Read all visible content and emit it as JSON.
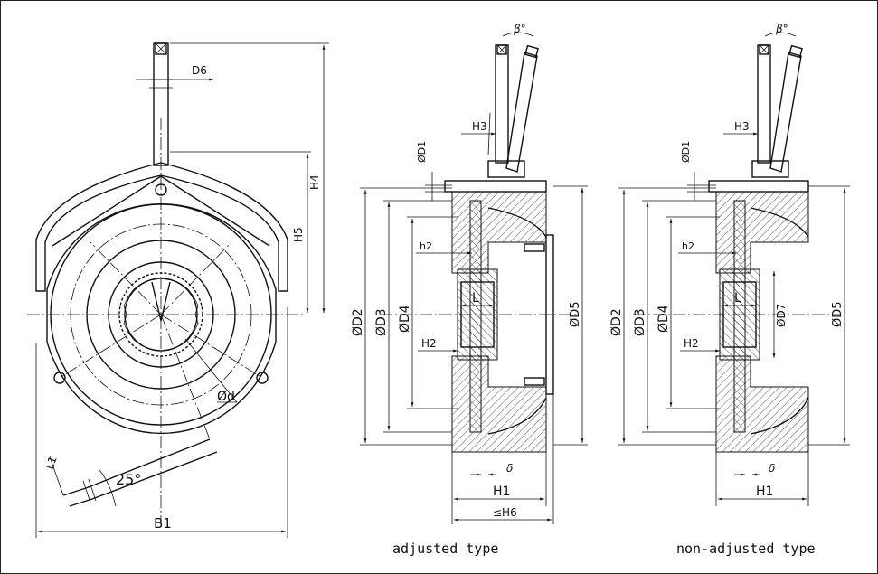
{
  "front_view": {
    "labels": {
      "d6": "D6",
      "h4": "H4",
      "h5": "H5",
      "d": "Ød",
      "l1": "L1",
      "angle": "25°",
      "b1": "B1"
    }
  },
  "adjusted_view": {
    "caption": "adjusted type",
    "labels": {
      "beta": "β°",
      "h3": "H3",
      "d1": "ØD1",
      "d2": "ØD2",
      "d3": "ØD3",
      "d4": "ØD4",
      "d5": "ØD5",
      "h2_small": "h2",
      "l": "L",
      "h2": "H2",
      "delta": "δ",
      "h1": "H1",
      "h6": "≤H6"
    }
  },
  "non_adjusted_view": {
    "caption": "non-adjusted type",
    "labels": {
      "beta": "β°",
      "h3": "H3",
      "d1": "ØD1",
      "d2": "ØD2",
      "d3": "ØD3",
      "d4": "ØD4",
      "d5": "ØD5",
      "d7": "ØD7",
      "h2_small": "h2",
      "l": "L",
      "h2": "H2",
      "delta": "δ",
      "h1": "H1"
    }
  }
}
